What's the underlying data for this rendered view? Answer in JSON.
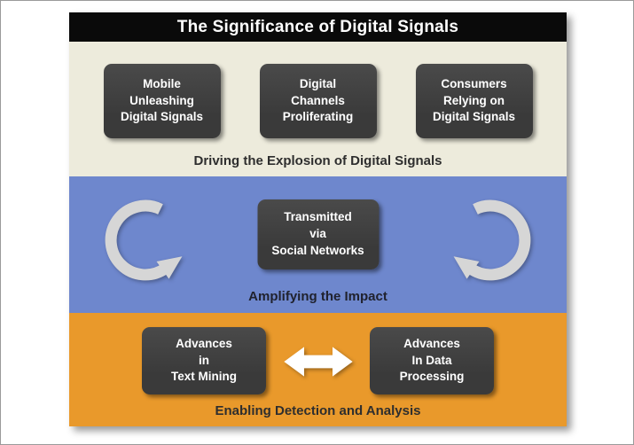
{
  "title": "The Significance of Digital Signals",
  "colors": {
    "title_bg": "#0a0a0a",
    "band1_bg": "#edebdc",
    "band2_bg": "#6e87cd",
    "band3_bg": "#e9992b",
    "box_bg": "#3e3e3e",
    "box_text": "#ffffff",
    "caption_text": "#2e2e2e",
    "curved_arrow": "#d6d6d6",
    "double_arrow": "#ffffff"
  },
  "band1": {
    "boxes": [
      {
        "label": "Mobile\nUnleashing\nDigital Signals"
      },
      {
        "label": "Digital\nChannels\nProliferating"
      },
      {
        "label": "Consumers\nRelying on\nDigital Signals"
      }
    ],
    "caption": "Driving the Explosion of Digital Signals"
  },
  "band2": {
    "box": {
      "label": "Transmitted\nvia\nSocial Networks"
    },
    "caption": "Amplifying the Impact"
  },
  "band3": {
    "boxes": [
      {
        "label": "Advances\nin\nText Mining"
      },
      {
        "label": "Advances\nIn Data\nProcessing"
      }
    ],
    "caption": "Enabling Detection and Analysis"
  }
}
